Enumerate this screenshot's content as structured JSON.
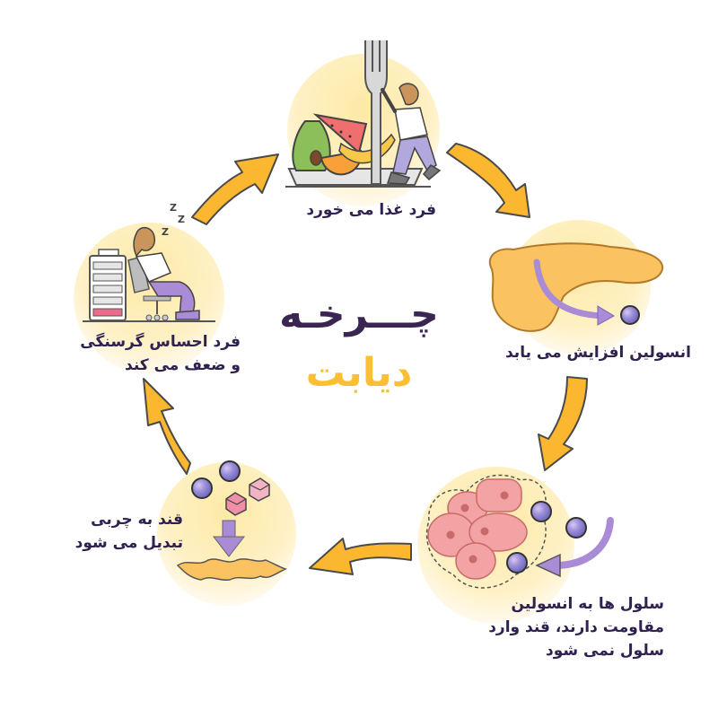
{
  "title": {
    "line1": "چـــرخـه",
    "line2": "دیابت"
  },
  "colors": {
    "title_dark": "#3a2553",
    "title_accent": "#fbbf35",
    "label_text": "#2f2150",
    "arrow_fill": "#fbb72f",
    "arrow_stroke": "#4a4a4a",
    "halo": "#fde9a6",
    "insulin_ball": "#7b72c4",
    "process_arrow": "#a98bd6",
    "cell_fill": "#f3a3a3",
    "battery_low": "#ea6b8a"
  },
  "steps": [
    {
      "id": "eat",
      "label_lines": [
        "فرد غذا می خورد"
      ],
      "icon": "fork-plate-fruits-icon"
    },
    {
      "id": "insulin",
      "label_lines": [
        "انسولین افزایش می یابد"
      ],
      "icon": "pancreas-icon"
    },
    {
      "id": "resistance",
      "label_lines": [
        "سلول ها به انسولین",
        "مقاومت دارند، قند وارد",
        "سلول نمی شود"
      ],
      "icon": "cells-icon"
    },
    {
      "id": "fat",
      "label_lines": [
        "قند به چربی",
        "تبدیل می شود"
      ],
      "icon": "sugar-to-fat-icon"
    },
    {
      "id": "hunger",
      "label_lines": [
        "فرد احساس گرسنگی",
        "و ضعف می کند"
      ],
      "icon": "tired-person-battery-icon"
    }
  ],
  "sleep_glyph": "Z"
}
